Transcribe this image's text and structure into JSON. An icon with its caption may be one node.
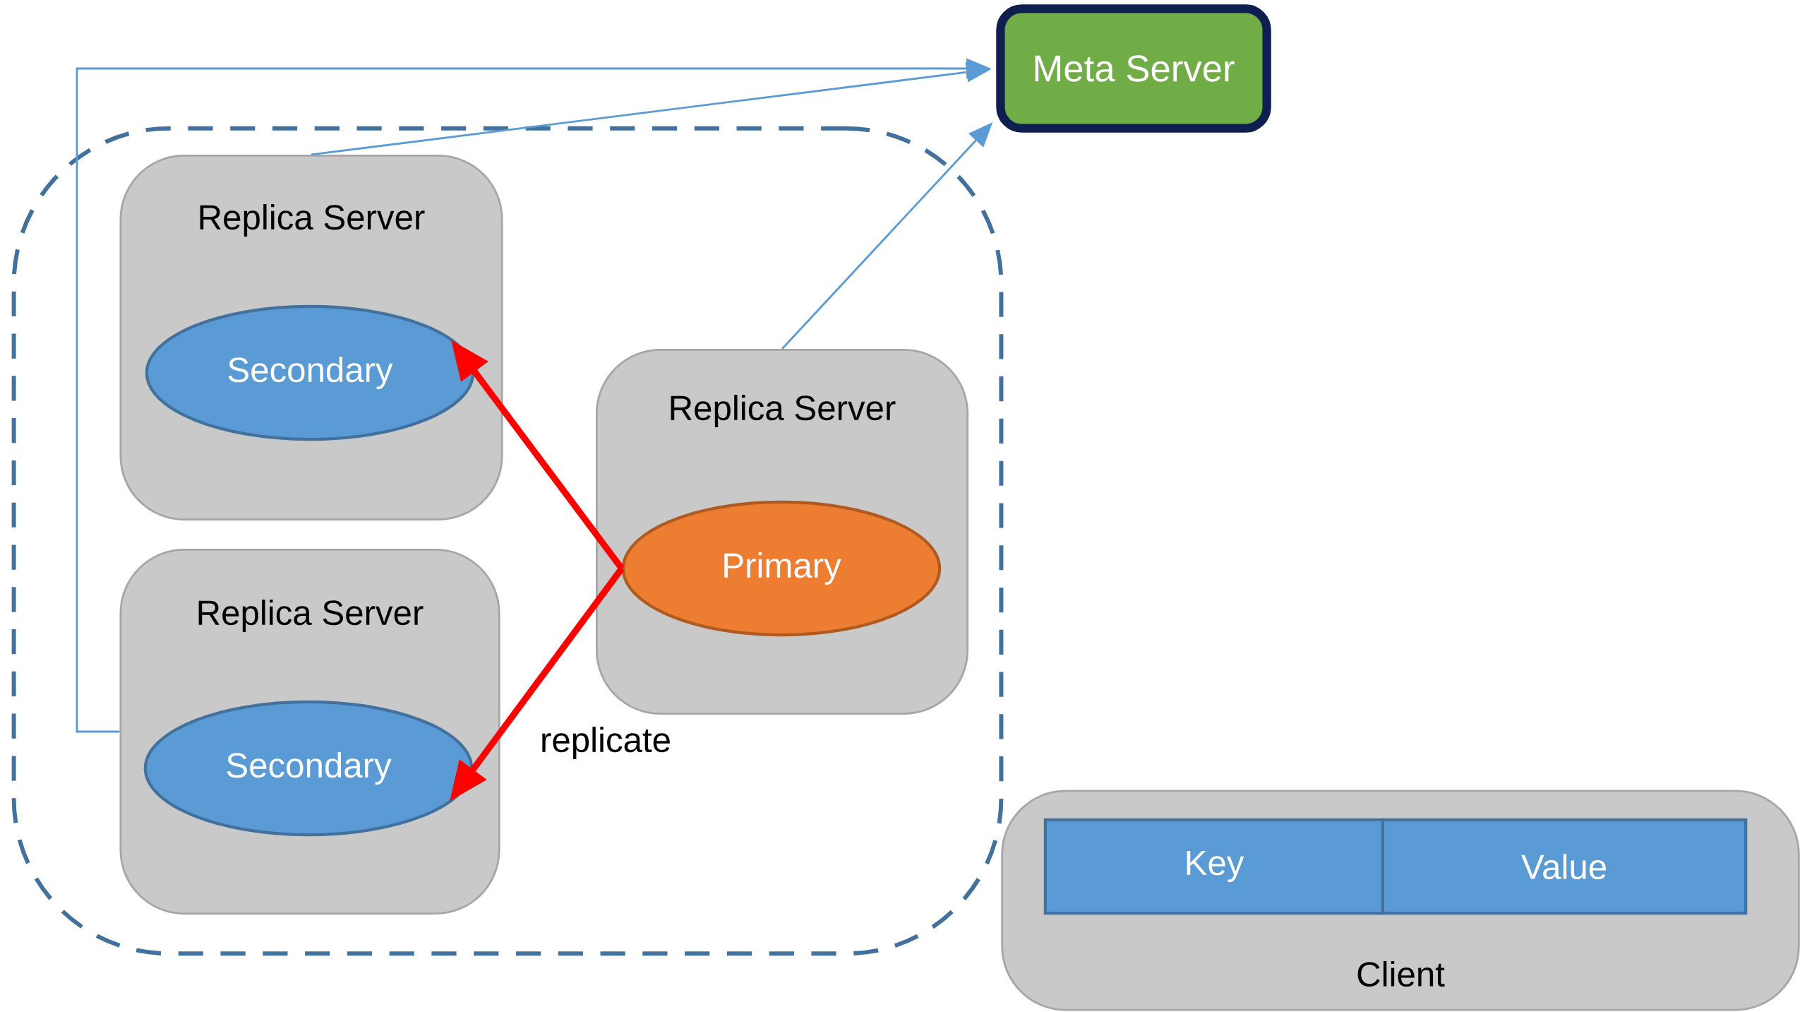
{
  "diagram": {
    "nodes": [
      {
        "text": [],
        "shape": "box"
      },
      {
        "text": [
          "Replica Server"
        ],
        "in": 0
      },
      {
        "text": [
          "Secondary"
        ],
        "in": 1
      },
      {
        "text": [
          "Replica Server"
        ],
        "in": 0
      },
      {
        "text": [
          "Secondary"
        ],
        "in": 3
      },
      {
        "text": [
          "Replica Server"
        ],
        "in": 0
      },
      {
        "text": [
          "Primary"
        ],
        "in": 5
      },
      {
        "text": [
          "Meta Server"
        ]
      },
      {
        "text": [
          "Client"
        ]
      },
      {
        "text": [
          "Key"
        ],
        "in": 8
      },
      {
        "text": [
          "Value"
        ],
        "in": 8
      }
    ],
    "edges": [
      {
        "from": 6,
        "to": 2,
        "arrow": "to",
        "style": "thick",
        "color": "#ff0000"
      },
      {
        "from": 6,
        "to": 4,
        "arrow": "to",
        "style": "thick",
        "color": "#ff0000",
        "label": "replicate"
      },
      {
        "from": 3,
        "to": 7,
        "arrow": "to"
      },
      {
        "from": 1,
        "to": 7,
        "arrow": "to"
      },
      {
        "from": 5,
        "to": 7,
        "arrow": "to"
      }
    ]
  }
}
